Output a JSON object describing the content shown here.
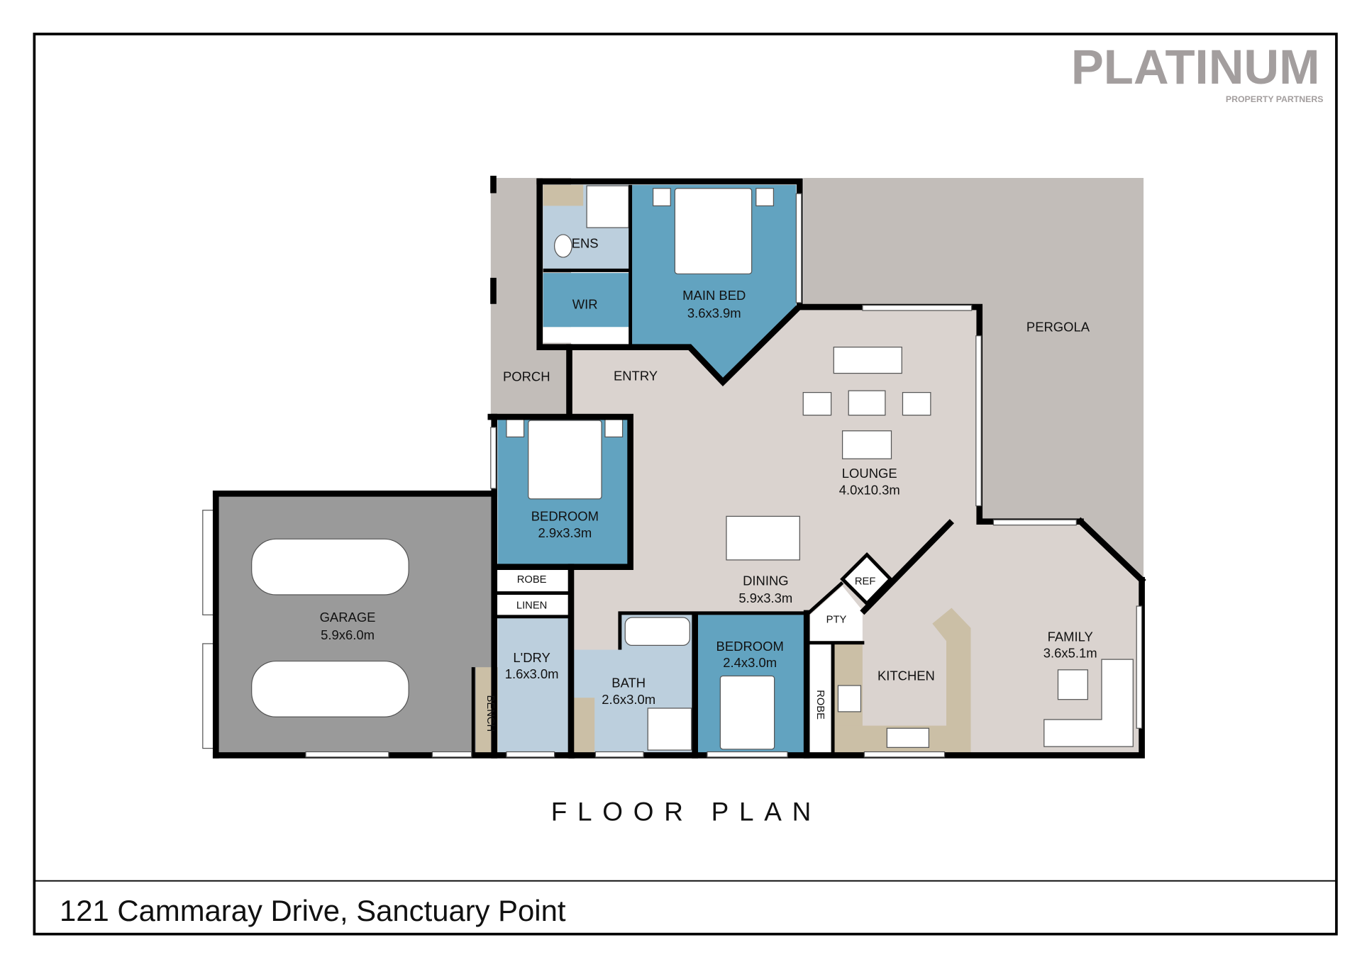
{
  "brand": {
    "name": "PLATINUM",
    "tagline": "PROPERTY PARTNERS"
  },
  "title": "FLOOR PLAN",
  "address": "121 Cammaray Drive, Sanctuary Point",
  "rooms": {
    "ens": {
      "name": "ENS"
    },
    "wir": {
      "name": "WIR"
    },
    "main_bed": {
      "name": "MAIN BED",
      "size": "3.6x3.9m"
    },
    "porch": {
      "name": "PORCH"
    },
    "entry": {
      "name": "ENTRY"
    },
    "pergola": {
      "name": "PERGOLA"
    },
    "lounge": {
      "name": "LOUNGE",
      "size": "4.0x10.3m"
    },
    "bedroom1": {
      "name": "BEDROOM",
      "size": "2.9x3.3m"
    },
    "robe1": {
      "name": "ROBE"
    },
    "linen": {
      "name": "LINEN"
    },
    "garage": {
      "name": "GARAGE",
      "size": "5.9x6.0m"
    },
    "laundry": {
      "name": "L'DRY",
      "size": "1.6x3.0m"
    },
    "bench": {
      "name": "BENCH"
    },
    "bath": {
      "name": "BATH",
      "size": "2.6x3.0m"
    },
    "dining": {
      "name": "DINING",
      "size": "5.9x3.3m"
    },
    "ref": {
      "name": "REF"
    },
    "pty": {
      "name": "PTY"
    },
    "bedroom2": {
      "name": "BEDROOM",
      "size": "2.4x3.0m"
    },
    "robe2": {
      "name": "ROBE"
    },
    "kitchen": {
      "name": "KITCHEN"
    },
    "family": {
      "name": "FAMILY",
      "size": "3.6x5.1m"
    }
  },
  "colors": {
    "bedroom": "#62a3c0",
    "wet": "#bccfdd",
    "living": "#dad3cf",
    "outdoor": "#c2bdb9",
    "garage": "#9a9a9a",
    "stone": "#cbbfa6",
    "brand": "#a39e9e"
  }
}
